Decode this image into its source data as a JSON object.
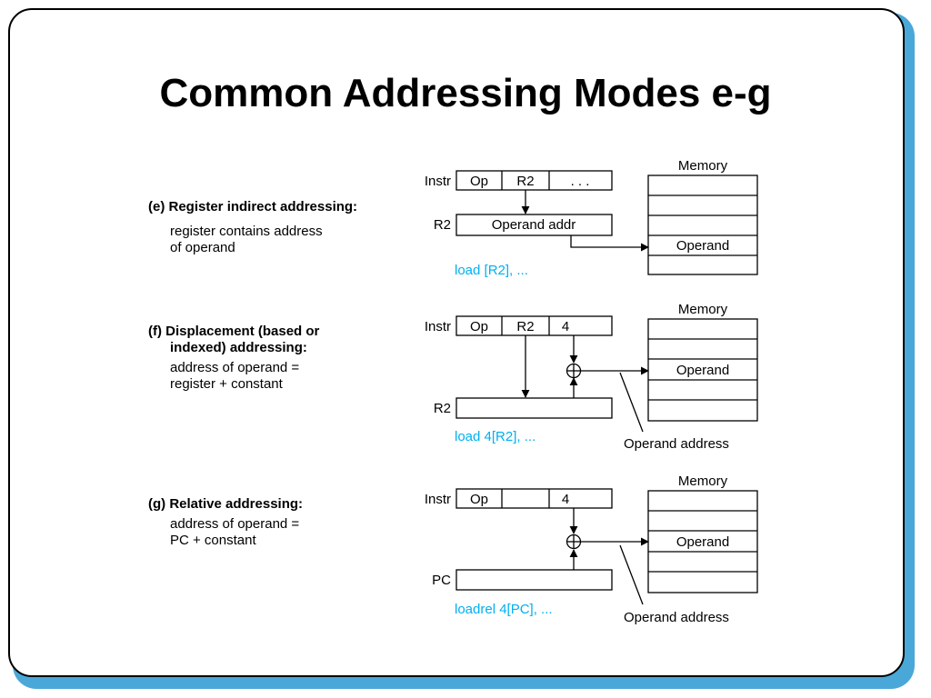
{
  "slide": {
    "title": "Common Addressing Modes e-g"
  },
  "sections": [
    {
      "heading": "(e) Register indirect addressing:",
      "text_lines": [
        "register contains address",
        "of operand"
      ],
      "instr_label": "Instr",
      "instr_fields": [
        "Op",
        "R2",
        ". . ."
      ],
      "reg_label": "R2",
      "reg_content": "Operand addr",
      "memory_label": "Memory",
      "memory_operand": "Operand",
      "example": "load [R2], ..."
    },
    {
      "heading_lines": [
        "(f) Displacement (based or",
        "indexed) addressing:"
      ],
      "text_lines": [
        "address of operand =",
        "register + constant"
      ],
      "instr_label": "Instr",
      "instr_fields": [
        "Op",
        "R2",
        "4"
      ],
      "reg_label": "R2",
      "memory_label": "Memory",
      "memory_operand": "Operand",
      "operand_address_label": "Operand address",
      "example": "load 4[R2], ..."
    },
    {
      "heading": "(g) Relative addressing:",
      "text_lines": [
        "address of operand =",
        "PC + constant"
      ],
      "instr_label": "Instr",
      "instr_fields": [
        "Op",
        "",
        "4"
      ],
      "reg_label": "PC",
      "memory_label": "Memory",
      "memory_operand": "Operand",
      "operand_address_label": "Operand address",
      "example": "loadrel 4[PC], ..."
    }
  ],
  "colors": {
    "example_text": "#00b0f0",
    "frame_shadow": "#4aa8d8"
  }
}
